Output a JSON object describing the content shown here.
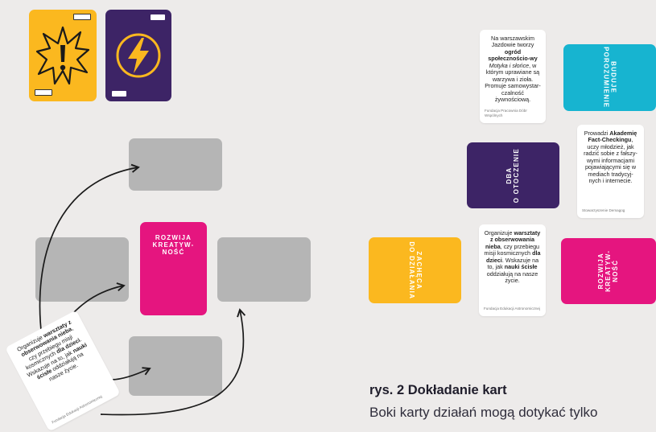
{
  "colors": {
    "background": "#edebea",
    "yellow": "#fbb81f",
    "purple": "#3d2466",
    "magenta": "#e5157f",
    "cyan": "#17b4d0",
    "gray": "#b5b5b5",
    "white": "#ffffff",
    "arrow": "#1a1a1a"
  },
  "icons": {
    "yellow_card": "explosion-exclamation-icon",
    "purple_card": "lightning-bolt-icon"
  },
  "left_diagram": {
    "center_card_label": "ROZWIJA\nKREATYW-\nNOŚĆ",
    "tilted_card": {
      "text_parts": [
        {
          "t": "Organizuje ",
          "b": false
        },
        {
          "t": "warsztaty z obserwowania nieba",
          "b": true
        },
        {
          "t": ", czy przebiegu misji kosmicznych ",
          "b": false
        },
        {
          "t": "dla dzieci",
          "b": true
        },
        {
          "t": ". Wskazuje na to, jak ",
          "b": false
        },
        {
          "t": "nauki ścisłe",
          "b": true
        },
        {
          "t": " oddziałują na nasze życie.",
          "b": false
        }
      ],
      "source": "Fundacja Edukacji Astronomicznej"
    }
  },
  "right_diagram": {
    "card_ogrod": {
      "text_parts": [
        {
          "t": "Na warszawskim Jazdowie tworzy ",
          "b": false
        },
        {
          "t": "ogród społecznościo-wy",
          "b": true
        },
        {
          "t": " ",
          "b": false
        },
        {
          "t": "Motyka i słońce",
          "i": true
        },
        {
          "t": ", w którym uprawiane są warzywa i zioła. Promuje samowystar-czalność żywnościową.",
          "b": false
        }
      ],
      "source": "Fundacja Pracownia Dóbr Wspólnych"
    },
    "label_buduje": "BUDUJE\nPOROZUMIENIE",
    "label_dba": "DBA\nO OTOCZENIE",
    "card_fact": {
      "text_parts": [
        {
          "t": "Prowadzi ",
          "b": false
        },
        {
          "t": "Akademię Fact-Checkingu",
          "b": true
        },
        {
          "t": ", uczy młodzież, jak radzić sobie z fałszy-wymi informacjami pojawiającymi się w mediach tradycyj-nych i internecie.",
          "b": false
        }
      ],
      "source": "Stowarzyszenie Demagog"
    },
    "label_zacheca": "ZACHĘCA\nDO DZIAŁANIA",
    "card_warsztaty": {
      "text_parts": [
        {
          "t": "Organizuje ",
          "b": false
        },
        {
          "t": "warsztaty z obserwowania nieba",
          "b": true
        },
        {
          "t": ", czy przebiegu misji kosmicznych ",
          "b": false
        },
        {
          "t": "dla dzieci",
          "b": true
        },
        {
          "t": ". Wskazuje na to, jak ",
          "b": false
        },
        {
          "t": "nauki ścisłe",
          "b": true
        },
        {
          "t": " oddziałują na nasze życie.",
          "b": false
        }
      ],
      "source": "Fundacja Edukacji Astronomicznej"
    },
    "label_rozwija": "ROZWIJA\nKREATYW-\nNOŚĆ"
  },
  "caption": {
    "title": "rys. 2 Dokładanie kart",
    "body": "Boki karty działań mogą dotykać tylko"
  }
}
